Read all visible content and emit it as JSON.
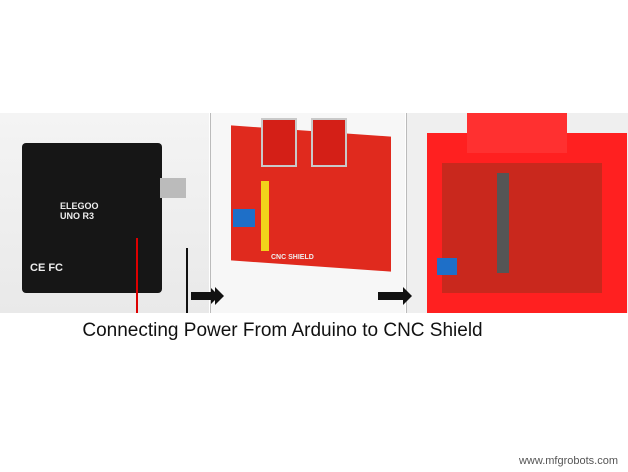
{
  "caption": "Connecting Power From Arduino to CNC Shield",
  "watermark": "www.mfgrobots.com",
  "logos": {
    "board_brand": "ELEGOO",
    "board_model": "UNO R3",
    "shield_label": "CNC SHIELD",
    "marks": "CE FC"
  },
  "colors": {
    "shield_red": "#e02a1e",
    "case_red": "#ff2020",
    "board_black": "#161616",
    "terminal_blue": "#1e6fc8",
    "header_yellow": "#f2d21a"
  }
}
